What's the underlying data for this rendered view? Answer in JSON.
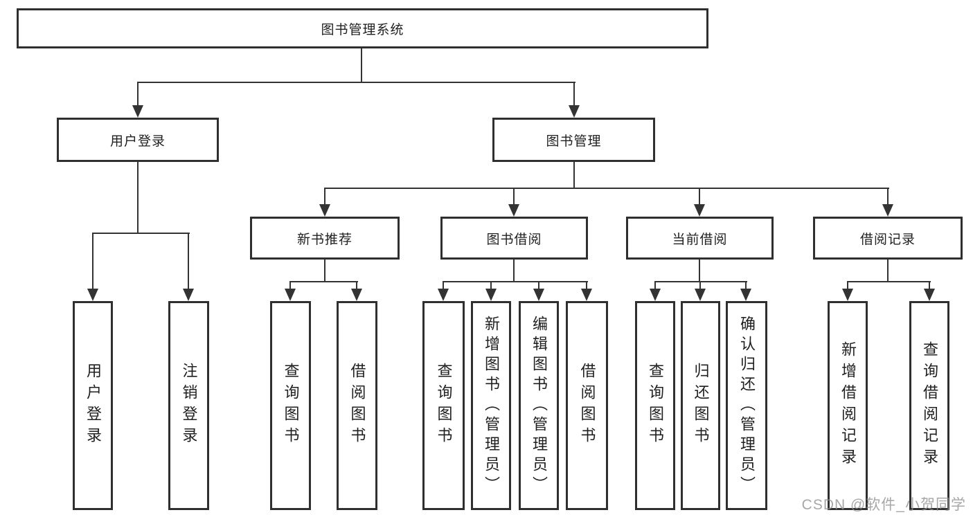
{
  "diagram": {
    "root": {
      "label": "图书管理系统"
    },
    "level2": [
      {
        "label": "用户登录"
      },
      {
        "label": "图书管理"
      }
    ],
    "level3": [
      {
        "label": "新书推荐"
      },
      {
        "label": "图书借阅"
      },
      {
        "label": "当前借阅"
      },
      {
        "label": "借阅记录"
      }
    ],
    "leaves": {
      "user": [
        "用户登录",
        "注销登录"
      ],
      "recommend": [
        "查询图书",
        "借阅图书"
      ],
      "borrow": [
        "查询图书",
        "新增图书（管理员）",
        "编辑图书（管理员）",
        "借阅图书"
      ],
      "current": [
        "查询图书",
        "归还图书",
        "确认归还（管理员）"
      ],
      "records": [
        "新增借阅记录",
        "查询借阅记录"
      ]
    }
  },
  "watermark": {
    "text": "CSDN @软件_小贺同学"
  },
  "colors": {
    "line": "#333333",
    "border": "#2f2f2f",
    "text": "#1f1f1f",
    "watermark": "#919191",
    "background": "#ffffff"
  }
}
